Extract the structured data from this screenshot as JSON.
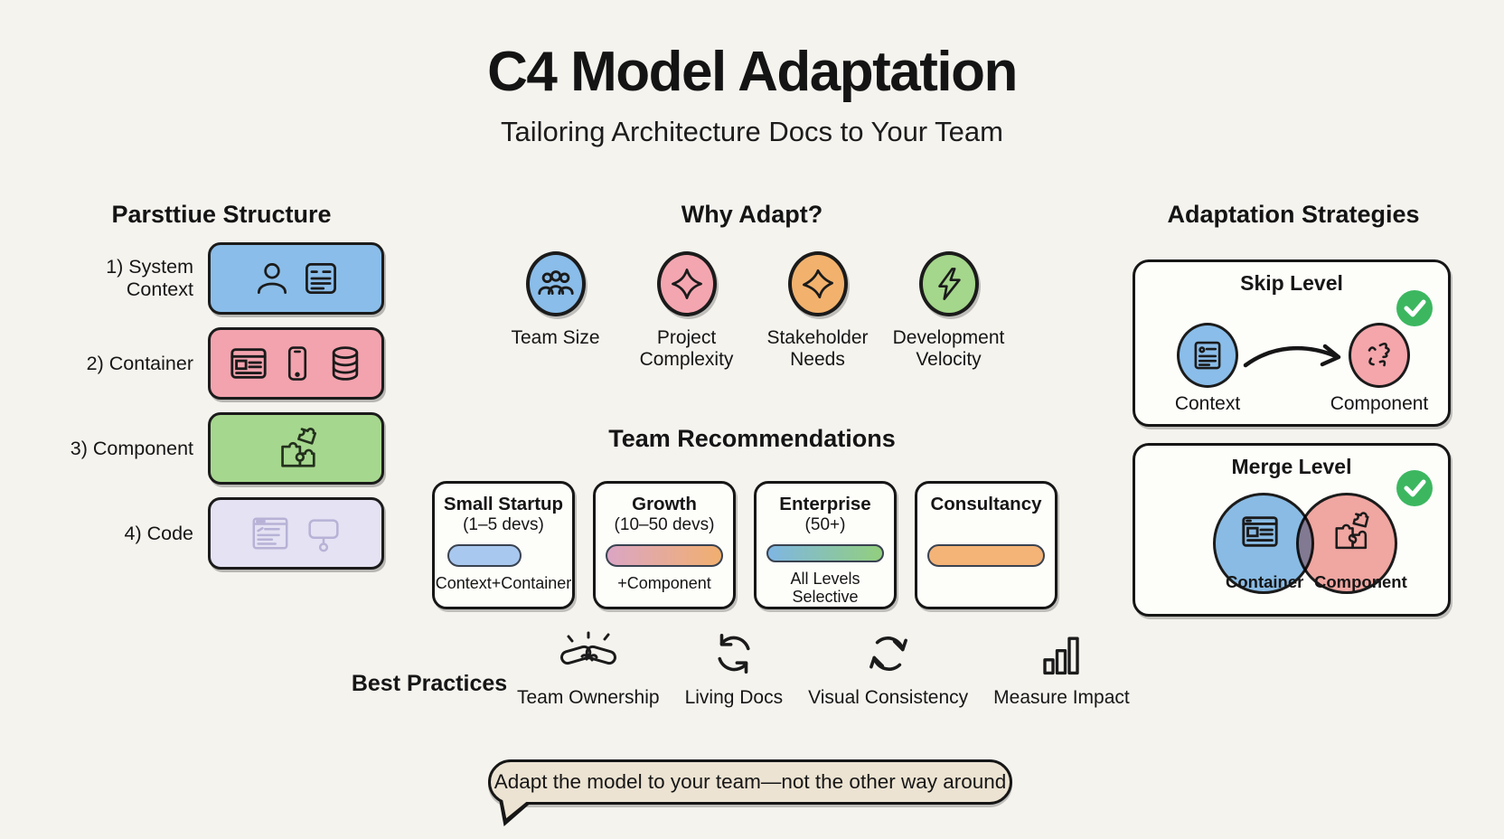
{
  "title": "C4 Model Adaptation",
  "subtitle": "Tailoring Architecture Docs to Your Team",
  "structure": {
    "heading": "Parsttiue Structure",
    "levels": [
      {
        "label": "1) System Context",
        "color": "#8abde9",
        "icons": [
          "person-icon",
          "document-icon"
        ]
      },
      {
        "label": "2) Container",
        "color": "#f3a3ae",
        "icons": [
          "browser-icon",
          "phone-icon",
          "database-icon"
        ]
      },
      {
        "label": "3) Component",
        "color": "#a6d78e",
        "icons": [
          "puzzle-icon"
        ]
      },
      {
        "label": "4) Code",
        "color": "#e4e2f3",
        "icons": [
          "code-window-icon",
          "flowchart-icon"
        ]
      }
    ]
  },
  "why_adapt": {
    "heading": "Why Adapt?",
    "factors": [
      {
        "label": "Team Size",
        "color": "#8abde9",
        "icon": "people-icon"
      },
      {
        "label": "Project Complexity",
        "color": "#f4a6b0",
        "icon": "star-blob-icon"
      },
      {
        "label": "Stakeholder Needs",
        "color": "#f2b26d",
        "icon": "star-blob-icon"
      },
      {
        "label": "Development Velocity",
        "color": "#a4d68b",
        "icon": "lightning-icon"
      }
    ]
  },
  "recommendations": {
    "heading": "Team Recommendations",
    "cards": [
      {
        "title": "Small Startup",
        "subtitle": "(1–5 devs)",
        "note": "Context+Container",
        "bar": "short-blue"
      },
      {
        "title": "Growth",
        "subtitle": "(10–50 devs)",
        "note": "+Component",
        "bar": "gradient-pink-orange"
      },
      {
        "title": "Enterprise",
        "subtitle": "(50+)",
        "note": "All Levels Selective",
        "bar": "gradient-blue-green"
      },
      {
        "title": "Consultancy",
        "subtitle": "",
        "note": "",
        "bar": "orange"
      }
    ]
  },
  "strategies": {
    "heading": "Adaptation Strategies",
    "skip": {
      "title": "Skip Level",
      "from_label": "Context",
      "to_label": "Component"
    },
    "merge": {
      "title": "Merge Level",
      "left_label": "Container",
      "right_label": "Component"
    }
  },
  "best_practices": {
    "heading": "Best Practices",
    "items": [
      {
        "label": "Team Ownership",
        "icon": "handshake-icon"
      },
      {
        "label": "Living Docs",
        "icon": "refresh-icon"
      },
      {
        "label": "Visual Consistency",
        "icon": "refresh-loop-icon"
      },
      {
        "label": "Measure Impact",
        "icon": "bar-chart-icon"
      }
    ]
  },
  "callout": "Adapt the model to your team—not the other way around",
  "colors": {
    "background": "#f5f3ee",
    "stroke": "#1b1b1b",
    "blue": "#8abde9",
    "pink": "#f3a3ae",
    "green": "#a6d78e",
    "lavender": "#e4e2f3",
    "orange": "#f2b26d",
    "check_green": "#3cb760",
    "bubble_cream": "#ece3d2"
  }
}
